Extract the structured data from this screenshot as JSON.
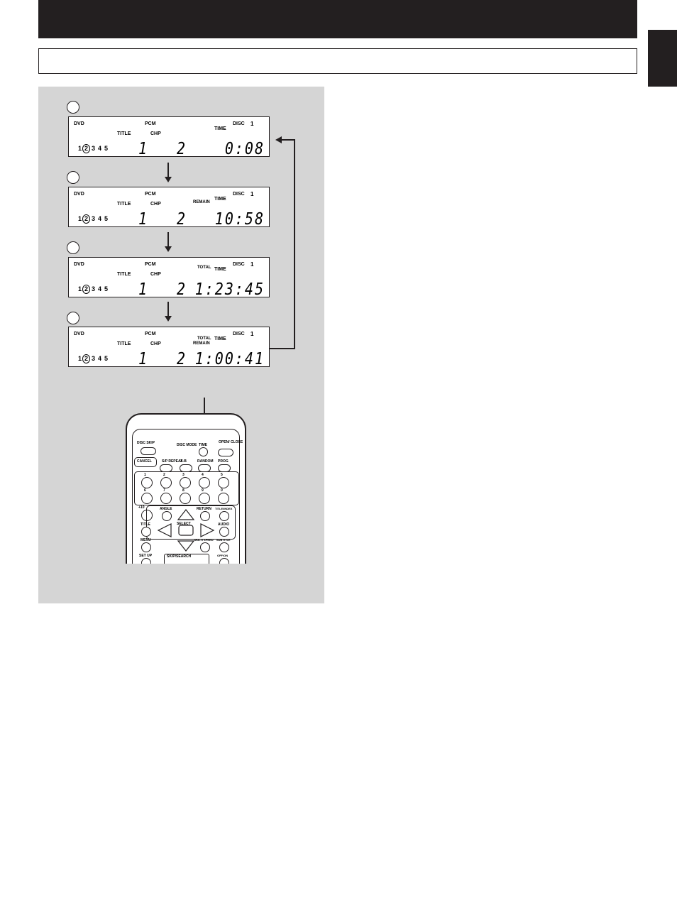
{
  "displays": [
    {
      "status": {
        "dvd": "DVD",
        "pcm": "PCM",
        "disc": "DISC",
        "disc_num": "1",
        "title": "TITLE",
        "chp": "CHP",
        "time": "TIME",
        "total": "",
        "remain": ""
      },
      "tracks": [
        "1",
        "2",
        "3",
        "4",
        "5"
      ],
      "current_track": 2,
      "title_digit": "1",
      "chapter_digit": "2",
      "time_value": "0:08"
    },
    {
      "status": {
        "dvd": "DVD",
        "pcm": "PCM",
        "disc": "DISC",
        "disc_num": "1",
        "title": "TITLE",
        "chp": "CHP",
        "time": "TIME",
        "total": "",
        "remain": "REMAIN"
      },
      "tracks": [
        "1",
        "2",
        "3",
        "4",
        "5"
      ],
      "current_track": 2,
      "title_digit": "1",
      "chapter_digit": "2",
      "time_value": "10:58"
    },
    {
      "status": {
        "dvd": "DVD",
        "pcm": "PCM",
        "disc": "DISC",
        "disc_num": "1",
        "title": "TITLE",
        "chp": "CHP",
        "time": "TIME",
        "total": "TOTAL",
        "remain": ""
      },
      "tracks": [
        "1",
        "2",
        "3",
        "4",
        "5"
      ],
      "current_track": 2,
      "title_digit": "1",
      "chapter_digit": "2",
      "time_value": "1:23:45"
    },
    {
      "status": {
        "dvd": "DVD",
        "pcm": "PCM",
        "disc": "DISC",
        "disc_num": "1",
        "title": "TITLE",
        "chp": "CHP",
        "time": "TIME",
        "total": "TOTAL",
        "remain": "REMAIN"
      },
      "tracks": [
        "1",
        "2",
        "3",
        "4",
        "5"
      ],
      "current_track": 2,
      "title_digit": "1",
      "chapter_digit": "2",
      "time_value": "1:00:41"
    }
  ],
  "remote": {
    "disc_skip": "DISC SKIP",
    "disc_mode": "DISC MODE",
    "time": "TIME",
    "open_close": "OPEN/ CLOSE",
    "cancel": "CANCEL",
    "sp_repeat": "S/P REPEAT",
    "a_b": "A-B",
    "random": "RANDOM",
    "prog": "PROG",
    "digits": [
      "1",
      "2",
      "3",
      "4",
      "5",
      "6",
      "7",
      "8",
      "9",
      "0"
    ],
    "plus10": "+10",
    "angle": "ANGLE",
    "return": "RETURN",
    "title_index": "TITLE/INDEX",
    "title": "TITLE",
    "select": "SELECT",
    "audio": "AUDIO",
    "menu": "MENU",
    "multi_speed": "MULTI SPEED",
    "subtitle": "SUBTITLE",
    "set_up": "SET UP",
    "skip_search": "SKIP/SEARCH",
    "off_on": "OFF/ON"
  }
}
